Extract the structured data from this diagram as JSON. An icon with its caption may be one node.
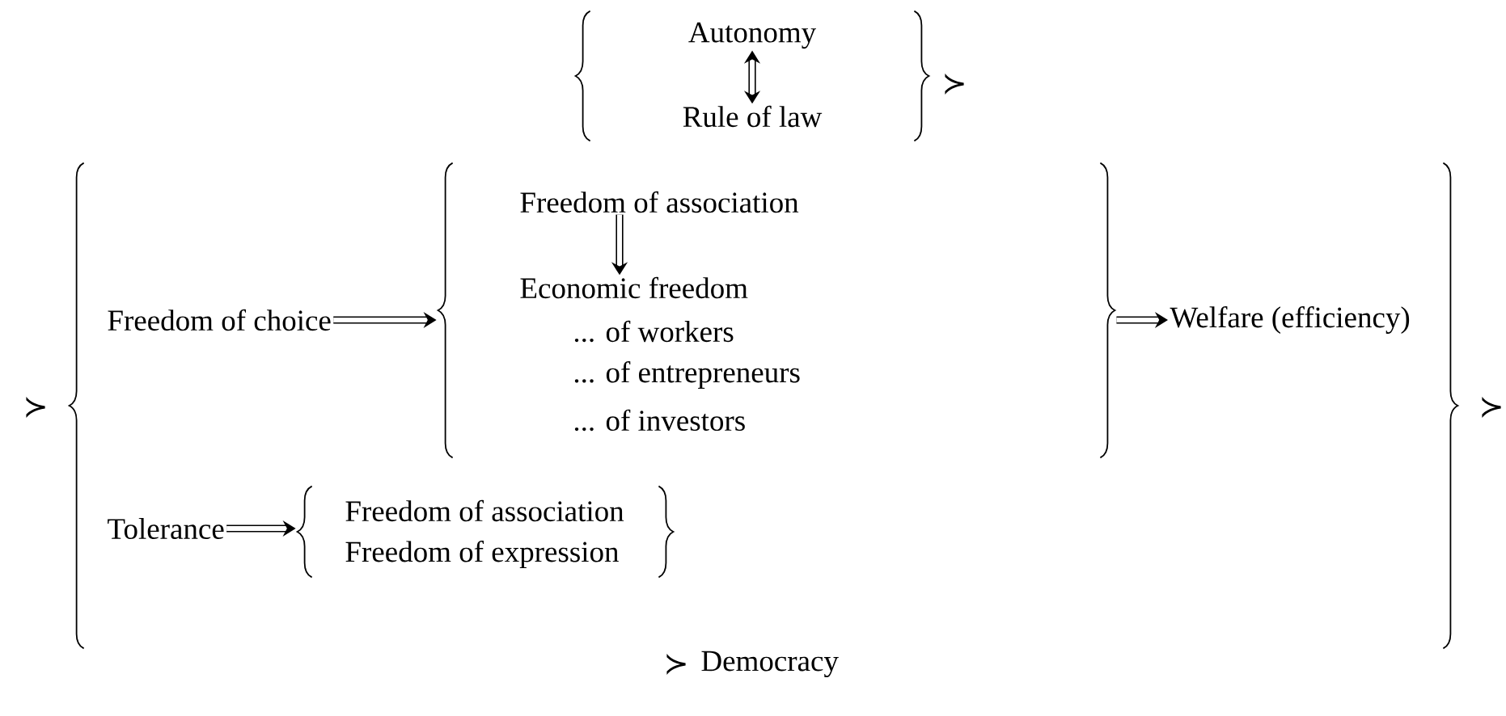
{
  "diagram": {
    "nodes": [
      {
        "text": [],
        "shape": "braces"
      },
      {
        "text": [
          "Autonomy"
        ],
        "in": 0
      },
      {
        "text": [
          "Rule of law"
        ],
        "in": 0
      },
      {
        "text": [],
        "shape": "braces"
      },
      {
        "text": [
          "Freedom of choice"
        ],
        "in": 3
      },
      {
        "text": [],
        "shape": "braces",
        "in": 3
      },
      {
        "text": [
          "Freedom of association"
        ],
        "in": 5
      },
      {
        "text": [
          "Economic freedom"
        ],
        "in": 5
      },
      {
        "text": [
          "... of workers"
        ],
        "in": 5
      },
      {
        "text": [
          "... of entrepreneurs"
        ],
        "in": 5
      },
      {
        "text": [
          "... of investors"
        ],
        "in": 5
      },
      {
        "text": [
          "Welfare (efficiency)"
        ],
        "in": 3
      },
      {
        "text": [
          "Tolerance"
        ],
        "in": 3
      },
      {
        "text": [],
        "shape": "braces",
        "in": 3
      },
      {
        "text": [
          "Freedom of association"
        ],
        "in": 13
      },
      {
        "text": [
          "Freedom of expression"
        ],
        "in": 13
      },
      {
        "text": [
          "Democracy"
        ]
      }
    ],
    "edges": [
      {
        "from": 1,
        "to": 2,
        "arrow": "both"
      },
      {
        "from": 4,
        "to": 5,
        "arrow": "to"
      },
      {
        "from": 6,
        "to": 7,
        "arrow": "to"
      },
      {
        "from": 5,
        "to": 11,
        "arrow": "to"
      },
      {
        "from": 12,
        "to": 13,
        "arrow": "to"
      }
    ],
    "labels": [
      "≻",
      "≻",
      "≻",
      "≻"
    ]
  }
}
